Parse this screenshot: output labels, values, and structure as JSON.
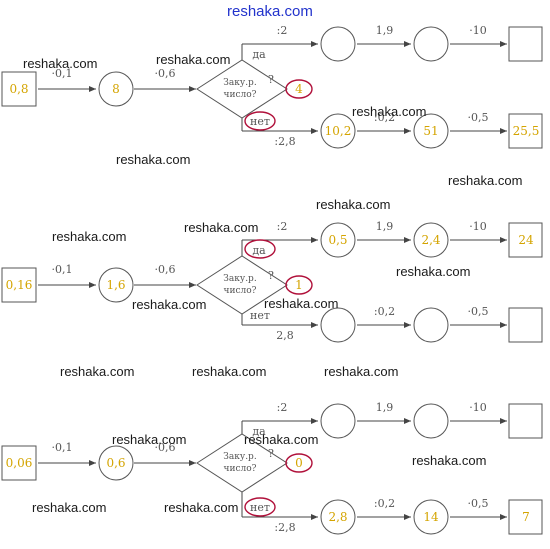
{
  "watermarks": {
    "top": "reshaka.com",
    "mark": "reshaka.com"
  },
  "schemes": [
    {
      "start": "0,8",
      "op1": "·0,1",
      "c1": "8",
      "op2": "·0,6",
      "question": [
        "Заку.р.",
        "число?"
      ],
      "yes": "да",
      "no": "нет",
      "answer": "4",
      "top_ops": [
        ":2",
        "1,9",
        "·10"
      ],
      "top_vals": [
        "",
        "",
        ""
      ],
      "bottom_ops": [
        ":2,8",
        ":0,2",
        "·0,5"
      ],
      "bottom_vals": [
        "10,2",
        "51",
        "25,5"
      ]
    },
    {
      "start": "0,16",
      "op1": "·0,1",
      "c1": "1,6",
      "op2": "·0,6",
      "question": [
        "Заку.р.",
        "число?"
      ],
      "yes": "да",
      "no": "нет",
      "answer": "1",
      "top_ops": [
        ":2",
        "1,9",
        "·10"
      ],
      "top_vals": [
        "0,5",
        "2,4",
        "24"
      ],
      "bottom_ops": [
        "2,8",
        ":0,2",
        "·0,5"
      ],
      "bottom_vals": [
        "",
        "",
        ""
      ]
    },
    {
      "start": "0,06",
      "op1": "·0,1",
      "c1": "0,6",
      "op2": "·0,6",
      "question": [
        "Заку.р.",
        "число?"
      ],
      "yes": "да",
      "no": "нет",
      "answer": "0",
      "top_ops": [
        ":2",
        "1,9",
        "·10"
      ],
      "top_vals": [
        "",
        "",
        ""
      ],
      "bottom_ops": [
        ":2,8",
        ":0,2",
        "·0,5"
      ],
      "bottom_vals": [
        "2,8",
        "14",
        "7"
      ]
    }
  ]
}
